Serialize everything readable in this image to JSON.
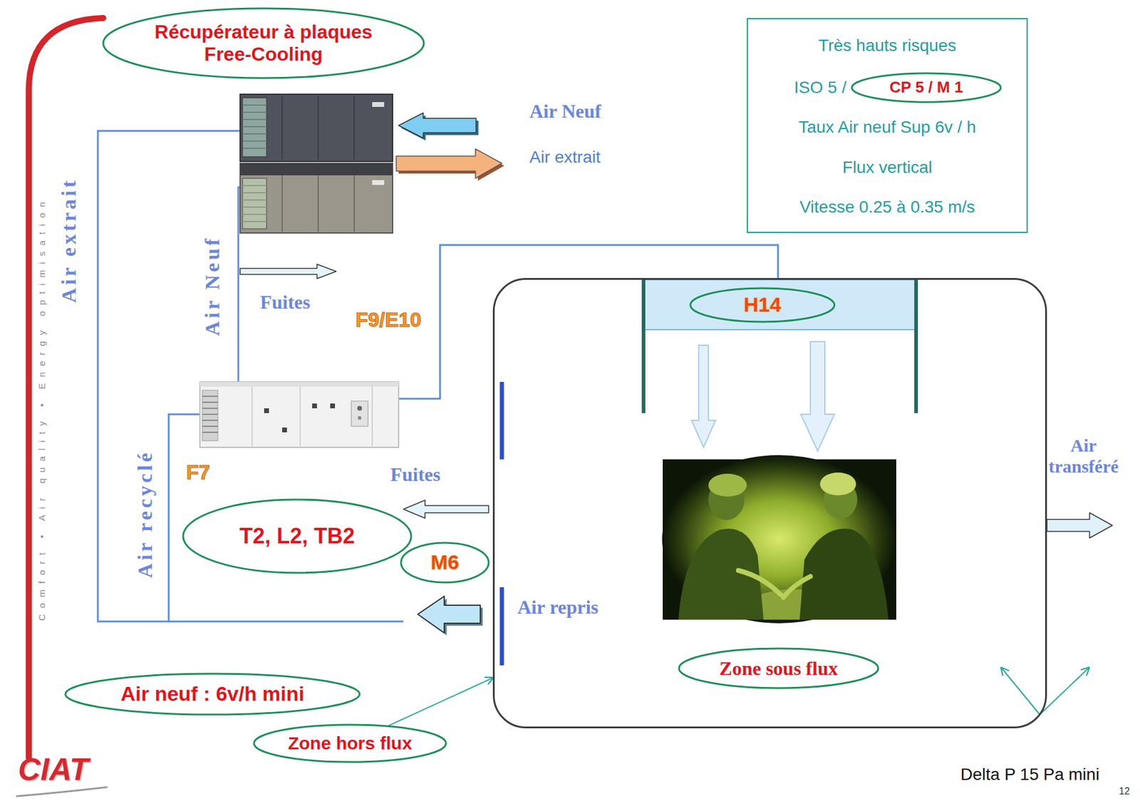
{
  "diagram": {
    "nodes": [
      {
        "text": [
          "Récupérateur à plaques Free-Cooling"
        ]
      },
      {
        "text": [
          "Très hauts risques",
          "ISO 5 /",
          "Taux Air neuf Sup 6v / h",
          "Flux vertical",
          "Vitesse 0.25 à 0.35 m/s"
        ]
      },
      {
        "text": [
          "CP 5 / M 1"
        ],
        "in": 1
      },
      {
        "text": [
          "Air repris"
        ]
      },
      {
        "text": [
          "H14"
        ],
        "in": 3
      },
      {
        "text": [
          "Zone sous flux"
        ],
        "in": 3
      },
      {
        "text": [
          "T2, L2, TB2"
        ]
      },
      {
        "text": [
          "M6"
        ]
      },
      {
        "text": [
          "Air neuf : 6v/h mini"
        ]
      },
      {
        "text": [
          "Zone hors flux"
        ]
      }
    ],
    "edges": [
      {
        "from": 9,
        "to": 3,
        "arrow": "to"
      }
    ],
    "labels": [
      "Air Neuf",
      "Air extrait",
      "Air extrait",
      "Air Neuf",
      "Fuites",
      "F9/E10",
      "Air recyclé",
      "F7",
      "Fuites",
      "Air transféré",
      "Delta P 15 Pa mini",
      "Comfort • Air quality • Energy optimisation",
      "CIAT",
      "12"
    ]
  }
}
